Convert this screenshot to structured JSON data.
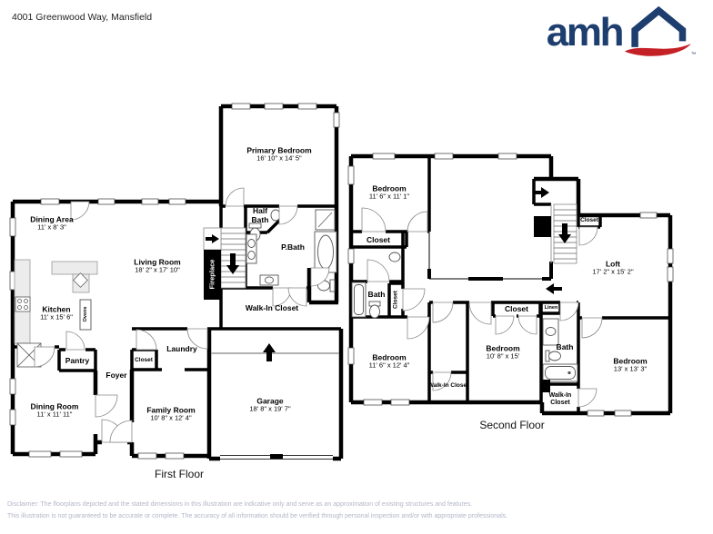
{
  "header": {
    "address": "4001 Greenwood Way, Mansfield"
  },
  "logo": {
    "wordmark": "amh",
    "trademark": "™"
  },
  "first_floor": {
    "title": "First Floor",
    "rooms": {
      "dining_area": {
        "name": "Dining Area",
        "dims": "11' x 8' 3\""
      },
      "living_room": {
        "name": "Living Room",
        "dims": "18' 2\" x 17' 10\""
      },
      "kitchen": {
        "name": "Kitchen",
        "dims": "11' x 15' 6\""
      },
      "primary_bedroom": {
        "name": "Primary Bedroom",
        "dims": "16' 10\" x 14' 5\""
      },
      "half_bath": {
        "name": "Half Bath"
      },
      "p_bath": {
        "name": "P.Bath"
      },
      "walk_in_closet": {
        "name": "Walk-In Closet"
      },
      "fireplace": {
        "name": "Fireplace"
      },
      "ovens": {
        "name": "Ovens"
      },
      "pantry": {
        "name": "Pantry"
      },
      "foyer": {
        "name": "Foyer"
      },
      "laundry": {
        "name": "Laundry"
      },
      "closet": {
        "name": "Closet"
      },
      "dining_room": {
        "name": "Dining Room",
        "dims": "11' x 11' 11\""
      },
      "family_room": {
        "name": "Family Room",
        "dims": "10' 8\" x 12' 4\""
      },
      "garage": {
        "name": "Garage",
        "dims": "18' 8\" x 19' 7\""
      }
    }
  },
  "second_floor": {
    "title": "Second Floor",
    "rooms": {
      "bedroom_top_left": {
        "name": "Bedroom",
        "dims": "11' 6\" x 11' 1\""
      },
      "closet_top_left": {
        "name": "Closet"
      },
      "bath_left": {
        "name": "Bath"
      },
      "closet_side": {
        "name": "Closet"
      },
      "bedroom_bottom_left": {
        "name": "Bedroom",
        "dims": "11' 6\" x 12' 4\""
      },
      "walk_in_closet_left": {
        "name": "Walk-In Closet"
      },
      "bedroom_middle": {
        "name": "Bedroom",
        "dims": "10' 8\" x 15'"
      },
      "closet_middle": {
        "name": "Closet"
      },
      "linen": {
        "name": "Linen"
      },
      "bath_middle": {
        "name": "Bath"
      },
      "walk_in_closet_middle": {
        "name": "Walk-In Closet"
      },
      "bedroom_right": {
        "name": "Bedroom",
        "dims": "13' x 13' 3\""
      },
      "loft": {
        "name": "Loft",
        "dims": "17' 2\" x 15' 2\""
      },
      "closet_stairs": {
        "name": "Closet"
      }
    }
  },
  "footer": {
    "line1": "Disclaimer: The floorplans depicted and the stated dimensions in this illustration are indicative only and serve as an approximation of existing structures and features.",
    "line2": "This illustration is not guaranteed to be accurate or complete. The accuracy of all information should be verified through personal inspection and/or with appropriate professionals."
  },
  "colors": {
    "wall": "#000000",
    "logo_navy": "#1d3e6e",
    "logo_red": "#c42127",
    "disclaimer_text": "#b3b6c8"
  }
}
